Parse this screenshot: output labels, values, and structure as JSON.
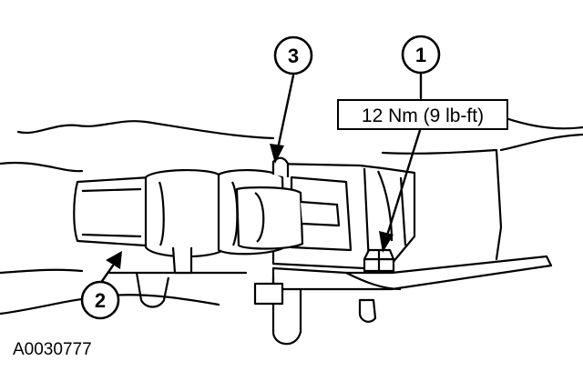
{
  "callouts": {
    "one": "1",
    "two": "2",
    "three": "3"
  },
  "torque_spec": "12 Nm (9 lb-ft)",
  "figure_id": "A0030777"
}
